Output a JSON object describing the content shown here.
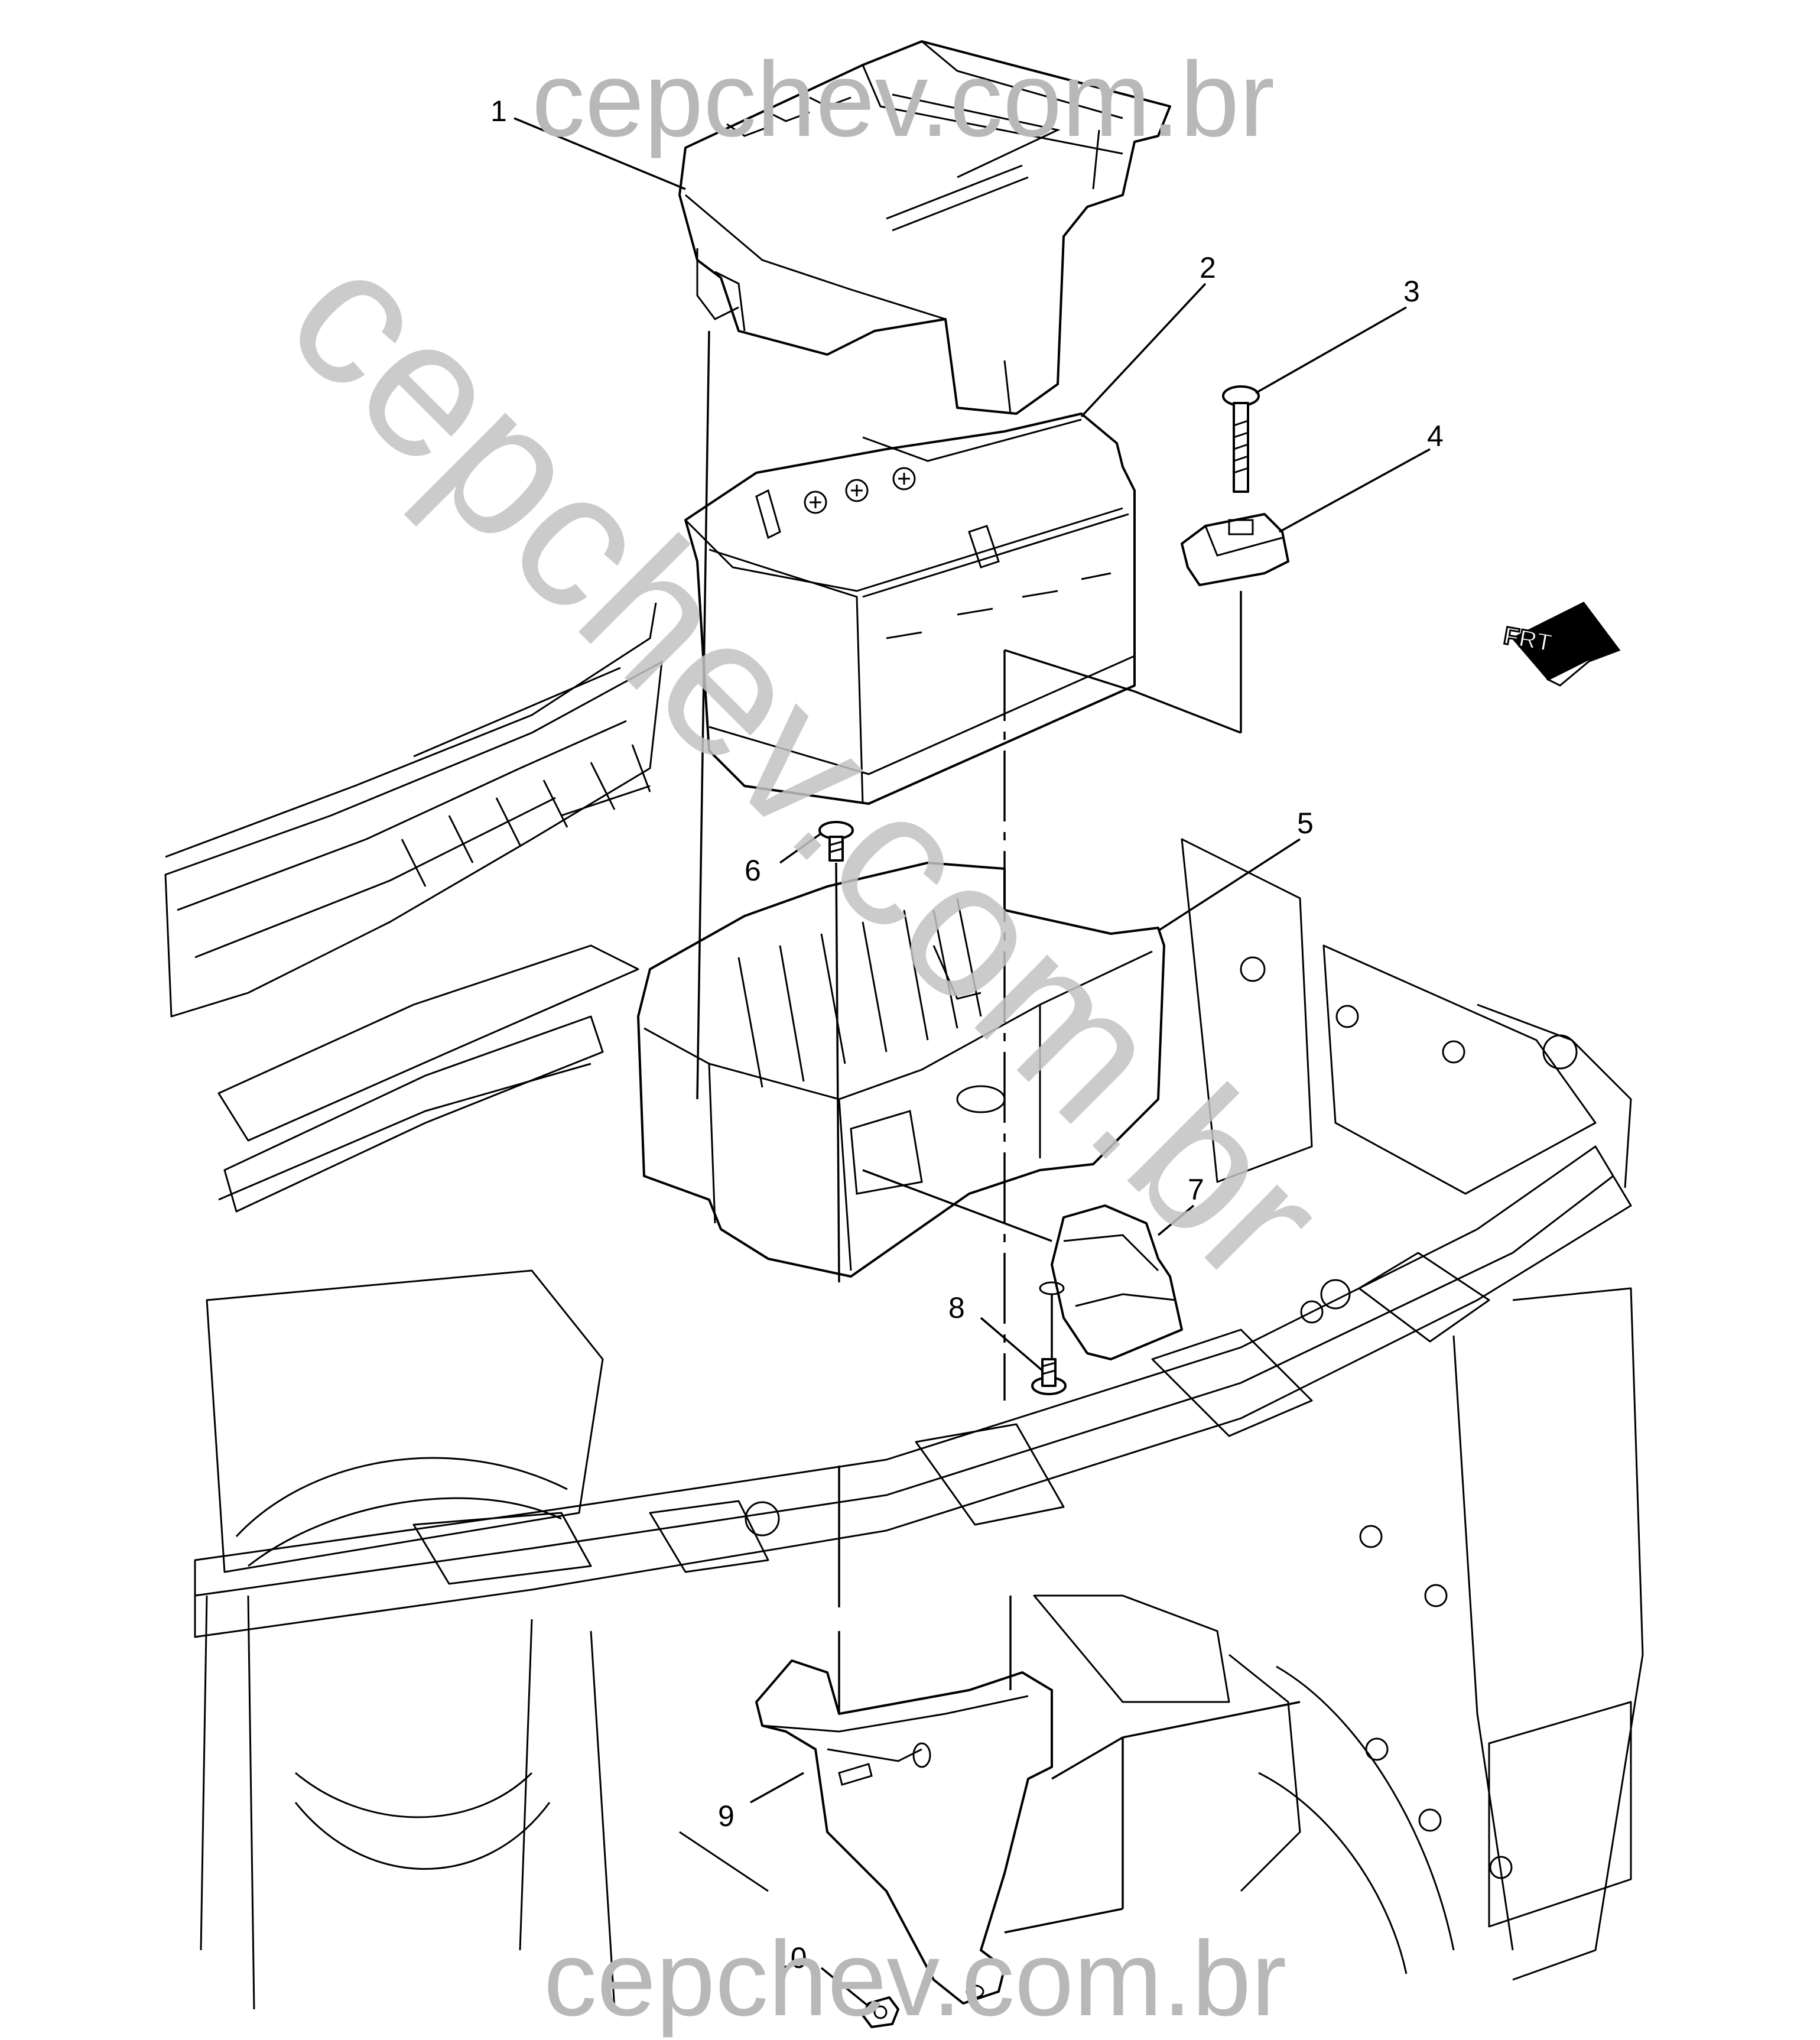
{
  "watermark": {
    "top": "cepchev.com.br",
    "bottom": "cepchev.com.br",
    "diagonal": "cepchev.com.br"
  },
  "callouts": [
    {
      "num": "1"
    },
    {
      "num": "2"
    },
    {
      "num": "3"
    },
    {
      "num": "4"
    },
    {
      "num": "5"
    },
    {
      "num": "6"
    },
    {
      "num": "7"
    },
    {
      "num": "8"
    },
    {
      "num": "9"
    },
    {
      "num": "10"
    }
  ],
  "direction_indicator": {
    "label": "FRT",
    "icon": "front-arrow-icon"
  },
  "colors": {
    "line": "#000000",
    "watermark": "#b8b8b8",
    "background": "#ffffff"
  }
}
